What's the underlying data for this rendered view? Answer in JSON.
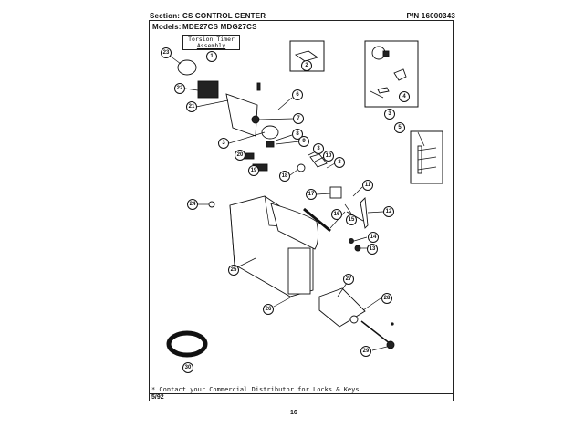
{
  "header": {
    "section_label": "Section:",
    "section_value": "CS CONTROL CENTER",
    "part_number": "P/N 16000343",
    "models_label": "Models:",
    "models_value": "MDE27CS  MDG27CS"
  },
  "assembly_box": {
    "line1": "Torsion Timer",
    "line2": "Assembly"
  },
  "callouts": {
    "c1": "1",
    "c2": "2",
    "c3a": "3",
    "c3b": "3",
    "c3c": "3",
    "c3d": "3",
    "c4": "4",
    "c5": "5",
    "c6": "6",
    "c7": "7",
    "c8": "8",
    "c9": "9",
    "c10": "10",
    "c11": "11",
    "c12": "12",
    "c13": "13",
    "c14": "14",
    "c15": "15",
    "c16": "16",
    "c17": "17",
    "c18": "18",
    "c19": "19",
    "c20": "20",
    "c21": "21",
    "c22": "22",
    "c23": "23",
    "c24": "24",
    "c25": "25",
    "c26": "26",
    "c27": "27",
    "c28": "28",
    "c29": "29",
    "c30": "30"
  },
  "footer": {
    "note": "* Contact your Commercial Distributor for Locks &  Keys",
    "date": "5/92",
    "page": "16"
  }
}
